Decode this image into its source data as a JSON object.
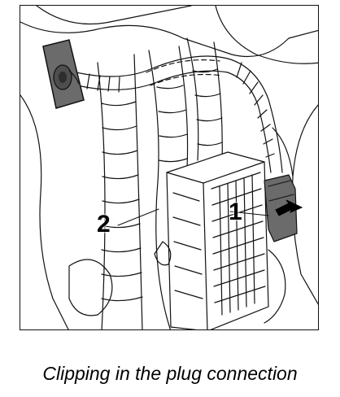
{
  "figure": {
    "callouts": [
      {
        "id": "1",
        "label": "1"
      },
      {
        "id": "2",
        "label": "2"
      }
    ]
  },
  "caption": "Clipping in the plug connection",
  "colors": {
    "outline": "#111111",
    "connector_fill": "#6b6b6b",
    "background": "#ffffff"
  },
  "icons": [
    "arrow-icon"
  ]
}
